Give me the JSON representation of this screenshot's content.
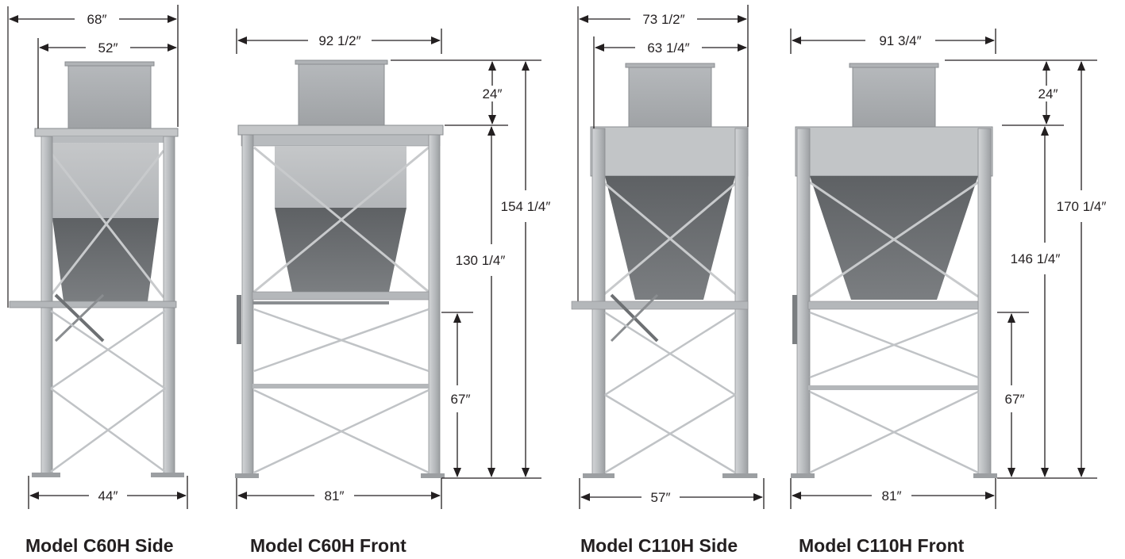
{
  "colors": {
    "steel_light": "#c9cbcd",
    "steel_mid": "#a9acaf",
    "steel_dark": "#6d7073",
    "outline": "#8a8d90",
    "dimension_line": "#231f20"
  },
  "dimensions": {
    "c60h_side": {
      "overall_width": "68″",
      "inlet_width": "52″",
      "base_width": "44″"
    },
    "c60h_front": {
      "overall_width": "92 1/2″",
      "inlet_height": "24″",
      "overall_height": "154 1/4″",
      "frame_height": "130 1/4″",
      "discharge_height": "67″",
      "base_width": "81″"
    },
    "c110h_side": {
      "overall_width": "73 1/2″",
      "inlet_width": "63 1/4″",
      "base_width": "57″"
    },
    "c110h_front": {
      "overall_width": "91 3/4″",
      "inlet_height": "24″",
      "overall_height": "170 1/4″",
      "frame_height": "146 1/4″",
      "discharge_height": "67″",
      "base_width": "81″"
    }
  },
  "captions": {
    "c60h_side": "Model C60H Side",
    "c60h_front": "Model C60H Front",
    "c110h_side": "Model C110H Side",
    "c110h_front": "Model C110H Front"
  }
}
